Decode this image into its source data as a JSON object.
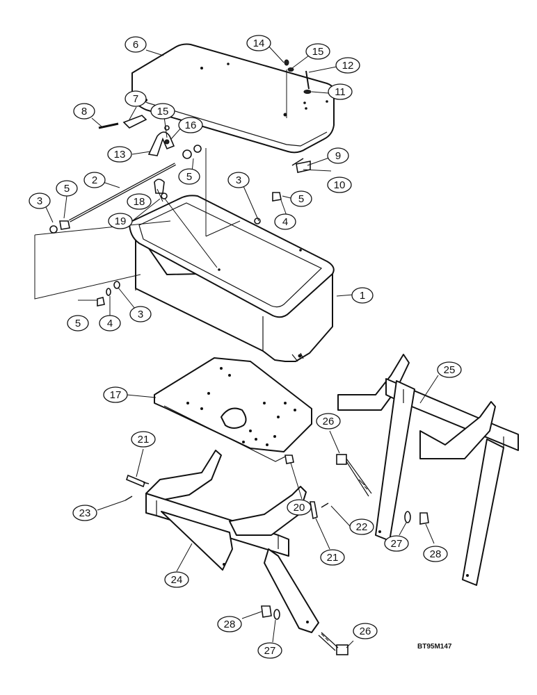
{
  "drawing_code": "BT95M147",
  "callouts": [
    {
      "id": "c1",
      "label": "1"
    },
    {
      "id": "c2",
      "label": "2"
    },
    {
      "id": "c3a",
      "label": "3"
    },
    {
      "id": "c3b",
      "label": "3"
    },
    {
      "id": "c3c",
      "label": "3"
    },
    {
      "id": "c4a",
      "label": "4"
    },
    {
      "id": "c4b",
      "label": "4"
    },
    {
      "id": "c5a",
      "label": "5"
    },
    {
      "id": "c5b",
      "label": "5"
    },
    {
      "id": "c5c",
      "label": "5"
    },
    {
      "id": "c5d",
      "label": "5"
    },
    {
      "id": "c6",
      "label": "6"
    },
    {
      "id": "c7",
      "label": "7"
    },
    {
      "id": "c8",
      "label": "8"
    },
    {
      "id": "c9",
      "label": "9"
    },
    {
      "id": "c10",
      "label": "10"
    },
    {
      "id": "c11",
      "label": "11"
    },
    {
      "id": "c12",
      "label": "12"
    },
    {
      "id": "c13",
      "label": "13"
    },
    {
      "id": "c14",
      "label": "14"
    },
    {
      "id": "c15a",
      "label": "15"
    },
    {
      "id": "c15b",
      "label": "15"
    },
    {
      "id": "c16",
      "label": "16"
    },
    {
      "id": "c17",
      "label": "17"
    },
    {
      "id": "c18",
      "label": "18"
    },
    {
      "id": "c19",
      "label": "19"
    },
    {
      "id": "c20",
      "label": "20"
    },
    {
      "id": "c21a",
      "label": "21"
    },
    {
      "id": "c21b",
      "label": "21"
    },
    {
      "id": "c22",
      "label": "22"
    },
    {
      "id": "c23",
      "label": "23"
    },
    {
      "id": "c24",
      "label": "24"
    },
    {
      "id": "c25",
      "label": "25"
    },
    {
      "id": "c26a",
      "label": "26"
    },
    {
      "id": "c26b",
      "label": "26"
    },
    {
      "id": "c27a",
      "label": "27"
    },
    {
      "id": "c27b",
      "label": "27"
    },
    {
      "id": "c28a",
      "label": "28"
    },
    {
      "id": "c28b",
      "label": "28"
    }
  ]
}
